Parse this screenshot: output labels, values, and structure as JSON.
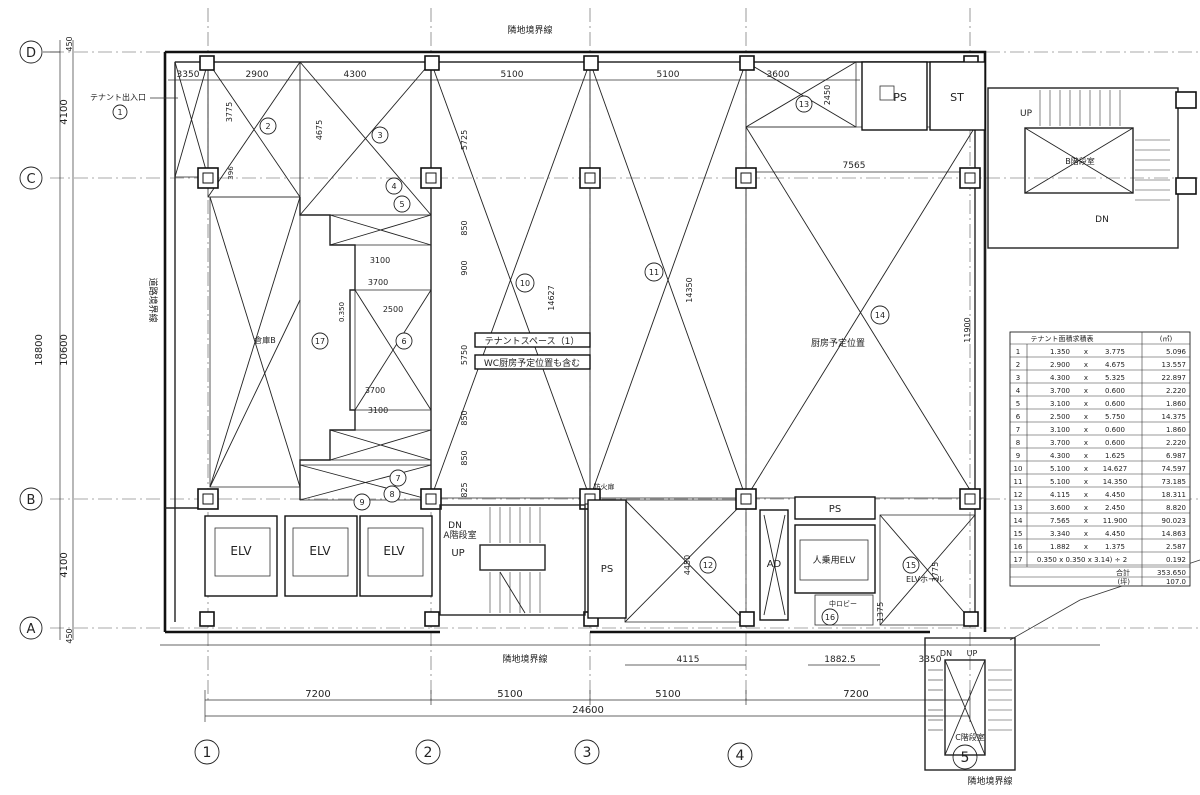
{
  "gridlines": {
    "rows": [
      "D",
      "C",
      "B",
      "A"
    ],
    "cols": [
      "1",
      "2",
      "3",
      "4",
      "5"
    ]
  },
  "boundary_labels": {
    "top": "隣地境界線",
    "left": "道路境界線",
    "bottom": "隣地境界線",
    "bottom_right": "隣地境界線"
  },
  "dims_top": [
    "3350",
    "2900",
    "4300",
    "5100",
    "5100",
    "3600",
    "2450",
    "7565"
  ],
  "dims_bottom": {
    "spans": [
      "7200",
      "5100",
      "5100",
      "7200"
    ],
    "total": "24600",
    "sub": [
      "4115",
      "1882.5",
      "3350"
    ]
  },
  "dims_left": {
    "overall": "18800",
    "inner": "10600",
    "upper": "4100",
    "lower": "4100",
    "edge_top": "450",
    "edge_bottom": "450"
  },
  "dims_inner": [
    "3775",
    "4675",
    "5725",
    "850",
    "900",
    "14627",
    "14350",
    "11900",
    "5750",
    "850",
    "850",
    "825",
    "4450",
    "1375",
    "3775",
    "3100",
    "3700",
    "2500",
    "3700",
    "3100",
    "0.350",
    "396",
    "4115",
    "1882.5",
    "3350"
  ],
  "labels": {
    "tenant_entrance": "テナント出入口",
    "tenant_space": "テナントスペース（1）",
    "tenant_space_note": "WC厨房予定位置も含む",
    "kitchen_area": "厨房予定位置",
    "storage": "倉庫B",
    "ps": "PS",
    "st": "ST",
    "ps2": "PS",
    "ps3": "PS",
    "ad": "AD",
    "elv": "ELV",
    "passenger_elv": "人乗用ELV",
    "elv_hall": "ELVホール",
    "stair_label": "A階段室",
    "fire_door": "防火扉",
    "wc": "中ロビー",
    "up": "UP",
    "dn": "DN",
    "dn2": "DN",
    "up2": "UP",
    "b_stair": "B階段室",
    "c_stair": "C階段室",
    "dn3": "DN",
    "up3": "UP"
  },
  "area_markers": [
    "1",
    "2",
    "3",
    "4",
    "5",
    "6",
    "7",
    "8",
    "9",
    "10",
    "11",
    "12",
    "13",
    "14",
    "15",
    "16",
    "17"
  ],
  "area_table": {
    "title": "テナント面積求積表",
    "unit": "(㎡)",
    "rows": [
      [
        "1",
        "1.350",
        "x",
        "3.775",
        "5.096"
      ],
      [
        "2",
        "2.900",
        "x",
        "4.675",
        "13.557"
      ],
      [
        "3",
        "4.300",
        "x",
        "5.325",
        "22.897"
      ],
      [
        "4",
        "3.700",
        "x",
        "0.600",
        "2.220"
      ],
      [
        "5",
        "3.100",
        "x",
        "0.600",
        "1.860"
      ],
      [
        "6",
        "2.500",
        "x",
        "5.750",
        "14.375"
      ],
      [
        "7",
        "3.100",
        "x",
        "0.600",
        "1.860"
      ],
      [
        "8",
        "3.700",
        "x",
        "0.600",
        "2.220"
      ],
      [
        "9",
        "4.300",
        "x",
        "1.625",
        "6.987"
      ],
      [
        "10",
        "5.100",
        "x",
        "14.627",
        "74.597"
      ],
      [
        "11",
        "5.100",
        "x",
        "14.350",
        "73.185"
      ],
      [
        "12",
        "4.115",
        "x",
        "4.450",
        "18.311"
      ],
      [
        "13",
        "3.600",
        "x",
        "2.450",
        "8.820"
      ],
      [
        "14",
        "7.565",
        "x",
        "11.900",
        "90.023"
      ],
      [
        "15",
        "3.340",
        "x",
        "4.450",
        "14.863"
      ],
      [
        "16",
        "1.882",
        "x",
        "1.375",
        "2.587"
      ],
      [
        "17",
        "0.350 x 0.350 x 3.14) ÷ 2",
        "",
        "",
        "0.192"
      ]
    ],
    "total_label": "合計",
    "total_value": "353.650",
    "tsubo_label": "(坪)",
    "tsubo_value": "107.0"
  }
}
